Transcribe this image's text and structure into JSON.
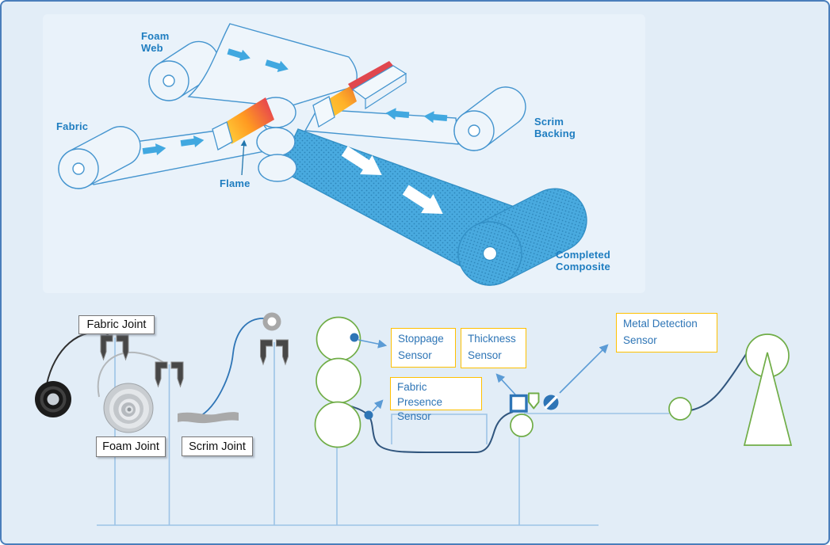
{
  "theme": {
    "page_bg": "#e2edf7",
    "page_border": "#4a7ebb",
    "label_blue": "#1e7dc0",
    "sensor_border": "#ffc000",
    "sensor_text": "#2e75b6",
    "machine_green": "#70ad47",
    "line_blue": "#9dc3e6",
    "link_blue": "#5b9bd5",
    "dark_web": "#31567e",
    "ink_blue": "#4595cf"
  },
  "illustration": {
    "labels": {
      "foam_web": [
        "Foam",
        "Web"
      ],
      "fabric": "Fabric",
      "flame": "Flame",
      "scrim_backing": [
        "Scrim",
        "Backing"
      ],
      "completed_composite": [
        "Completed",
        "Composite"
      ]
    },
    "flame_colors": [
      "#ffd43c",
      "#ff9a21",
      "#e8484d"
    ],
    "composite_blue": "#49aadf"
  },
  "schematic": {
    "joints": {
      "fabric": "Fabric Joint",
      "foam": "Foam Joint",
      "scrim": "Scrim Joint"
    },
    "sensors": {
      "stoppage": "Stoppage Sensor",
      "thickness": "Thickness Sensor",
      "fabric_presence": "Fabric Presence Sensor",
      "metal": "Metal Detection Sensor"
    }
  }
}
